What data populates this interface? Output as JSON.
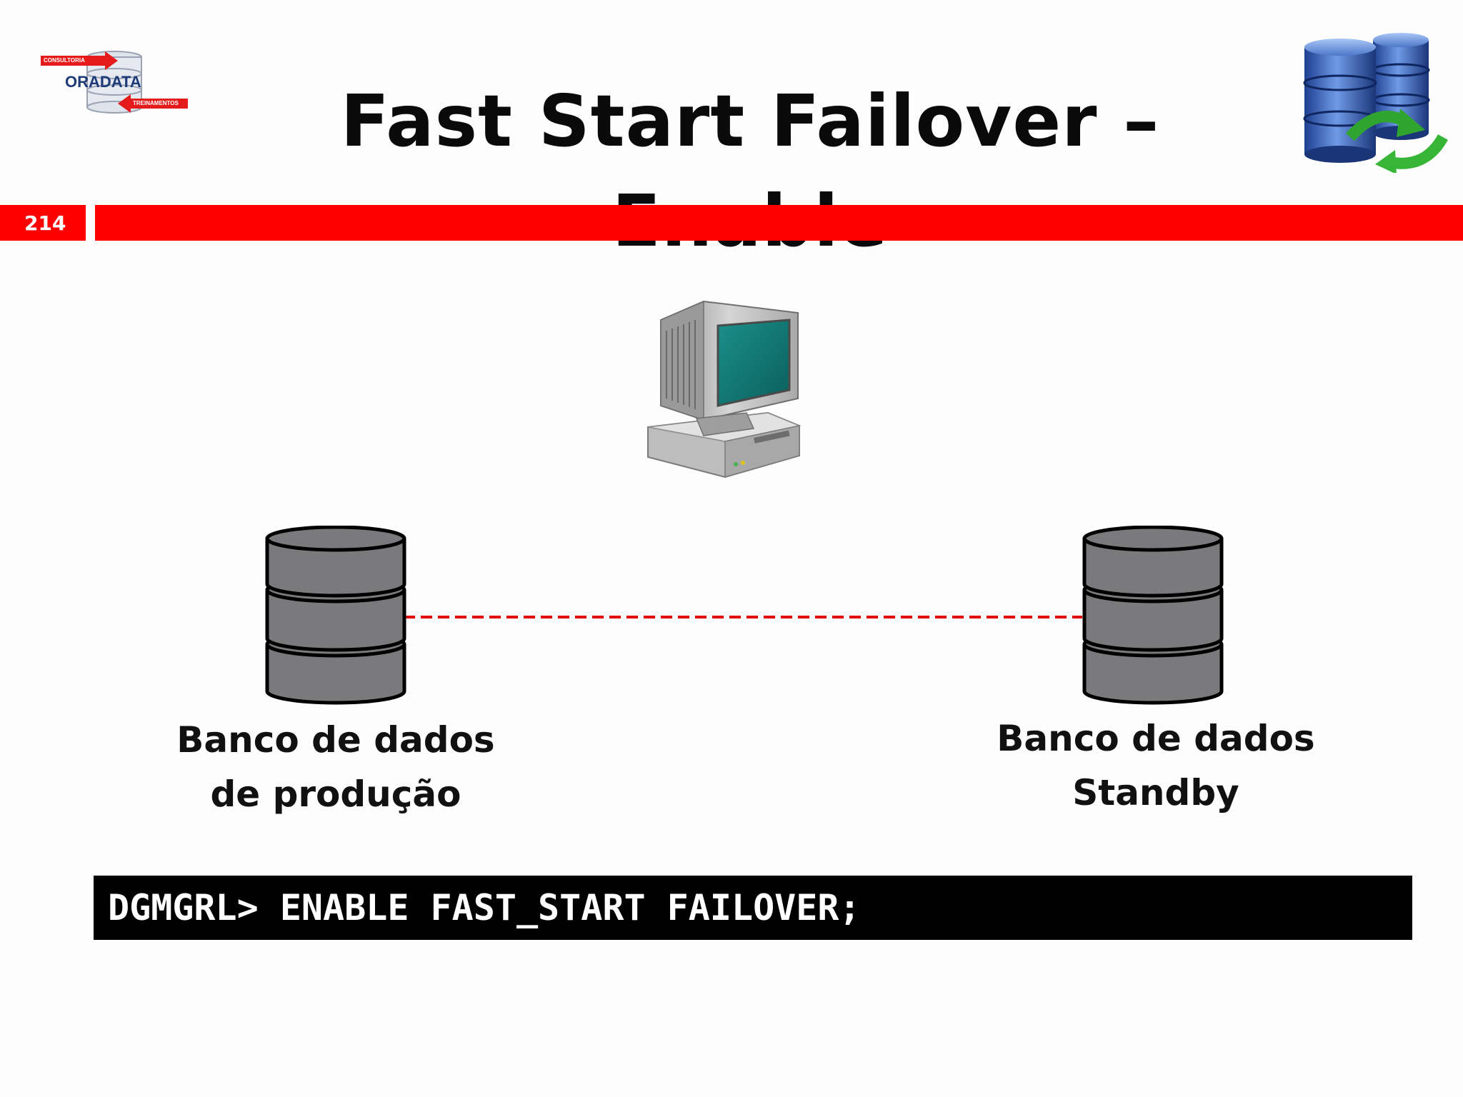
{
  "slide": {
    "title": "Fast Start Failover – Enable",
    "number": "214"
  },
  "logo": {
    "top_tag": "CONSULTORIA",
    "name": "ORADATA",
    "bottom_tag": "TREINAMENTOS"
  },
  "icons": {
    "top_right": "database-sync-icon",
    "observer": "computer-workstation-icon",
    "primary_db": "database-cylinder-icon",
    "standby_db": "database-cylinder-icon"
  },
  "diagram": {
    "primary_label_line1": "Banco de dados",
    "primary_label_line2": "de produção",
    "standby_label_line1": "Banco de dados",
    "standby_label_line2": "Standby",
    "link_style": "dashed",
    "link_color": "#e00000"
  },
  "command": "DGMGRL> ENABLE FAST_START FAILOVER;",
  "colors": {
    "accent": "#ff0000",
    "db_fill": "#7a7a7c",
    "command_bg": "#000000"
  }
}
